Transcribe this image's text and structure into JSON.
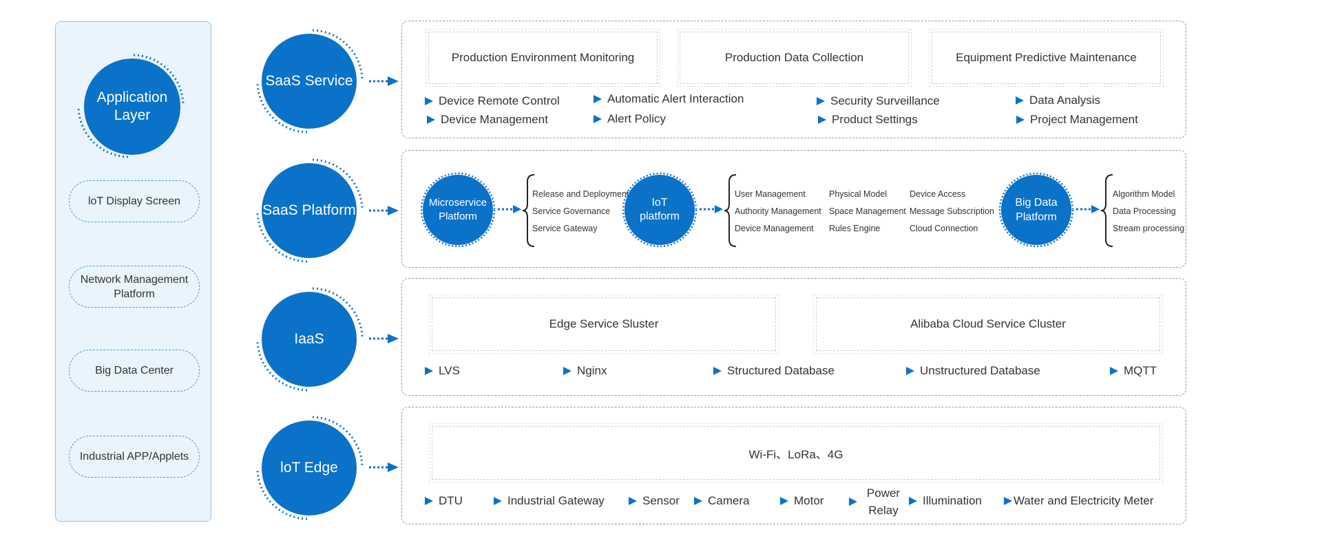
{
  "left_panel": {
    "title": "Application Layer",
    "items": [
      "loT Display Screen",
      "Network Management Platform",
      "Big Data Center",
      "Industrial APP/Applets"
    ]
  },
  "layers": {
    "saas_service": {
      "label": "SaaS Service",
      "boxes": [
        "Production Environment Monitoring",
        "Production Data Collection",
        "Equipment Predictive Maintenance"
      ],
      "items": [
        "Device Remote Control",
        "Automatic Alert Interaction",
        "Security Surveillance",
        "Data Analysis",
        "Device Management",
        "Alert  Policy",
        "Product Settings",
        "Project Management"
      ]
    },
    "saas_platform": {
      "label": "SaaS Platform",
      "microservice": {
        "label": "Microservice Platform",
        "items": [
          "Release and Deployment",
          "Service Governance",
          "Service Gateway"
        ]
      },
      "iot": {
        "label": "IoT platform",
        "items": [
          "User Management",
          "Physical Model",
          "Device Access",
          "Authority Management",
          "Space Management",
          "Message Subscription",
          "Device Management",
          "Rules Engine",
          "Cloud Connection"
        ]
      },
      "bigdata": {
        "label": "Big Data Platform",
        "items": [
          "Algorithm Model",
          "Data Processing",
          "Stream processing"
        ]
      }
    },
    "iaas": {
      "label": "IaaS",
      "boxes": [
        "Edge Service Sluster",
        "Alibaba Cloud Service Cluster"
      ],
      "items": [
        "LVS",
        "Nginx",
        "Structured Database",
        "Unstructured Database",
        "MQTT"
      ]
    },
    "iot_edge": {
      "label": "loT Edge",
      "boxes": [
        "Wi-Fi、LoRa、4G"
      ],
      "items": [
        "DTU",
        "Industrial Gateway",
        "Sensor",
        "Camera",
        "Motor",
        "Power Relay",
        "Illumination",
        "Water and Electricity Meter"
      ]
    }
  },
  "colors": {
    "primary": "#0b72c9",
    "panel_bg": "#e9f4fc"
  }
}
